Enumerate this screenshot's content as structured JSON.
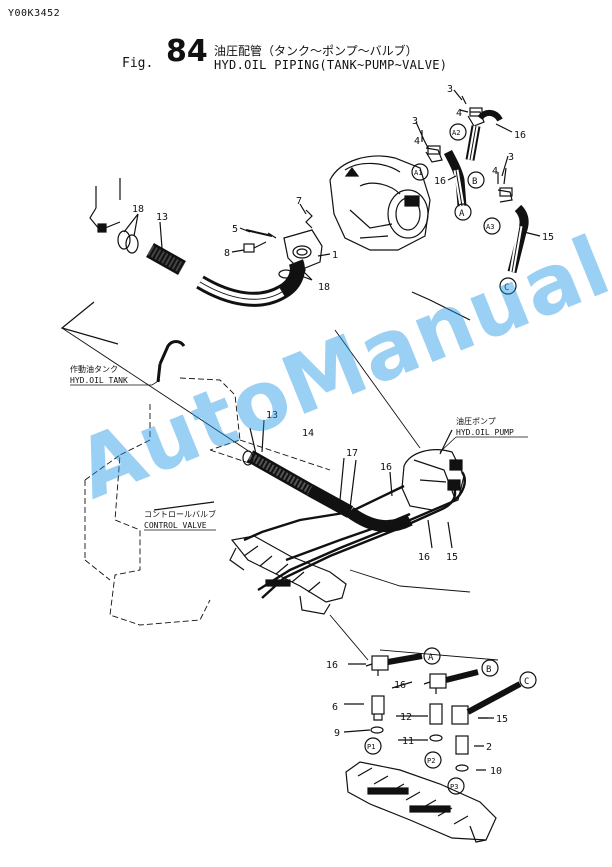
{
  "header": {
    "doc_code": "Y00K3452",
    "fig_prefix": "Fig.",
    "fig_number": "84",
    "title_ja": "油圧配管（タンク～ポンプ～バルブ）",
    "title_en": "HYD.OIL PIPING(TANK~PUMP~VALVE)"
  },
  "labels": {
    "tank_ja": "作動油タンク",
    "tank_en": "HYD.OIL TANK",
    "pump_ja": "油圧ポンプ",
    "pump_en": "HYD.OIL PUMP",
    "valve_ja": "コントロールバルブ",
    "valve_en": "CONTROL VALVE"
  },
  "connectors": {
    "A": "A",
    "B": "B",
    "C": "C",
    "A1": "A1",
    "A2": "A2",
    "A3": "A3",
    "P1": "P1",
    "P2": "P2",
    "P3": "P3"
  },
  "part_numbers": {
    "top": [
      "3",
      "4",
      "3",
      "4",
      "16",
      "16",
      "3",
      "4",
      "15",
      "7",
      "5",
      "8",
      "1",
      "18",
      "13",
      "18"
    ],
    "middle": [
      "13",
      "14",
      "17",
      "16",
      "16",
      "15"
    ],
    "bottom": [
      "16",
      "16",
      "15",
      "6",
      "12",
      "9",
      "11",
      "2",
      "10"
    ]
  },
  "watermark": "AutoManual"
}
